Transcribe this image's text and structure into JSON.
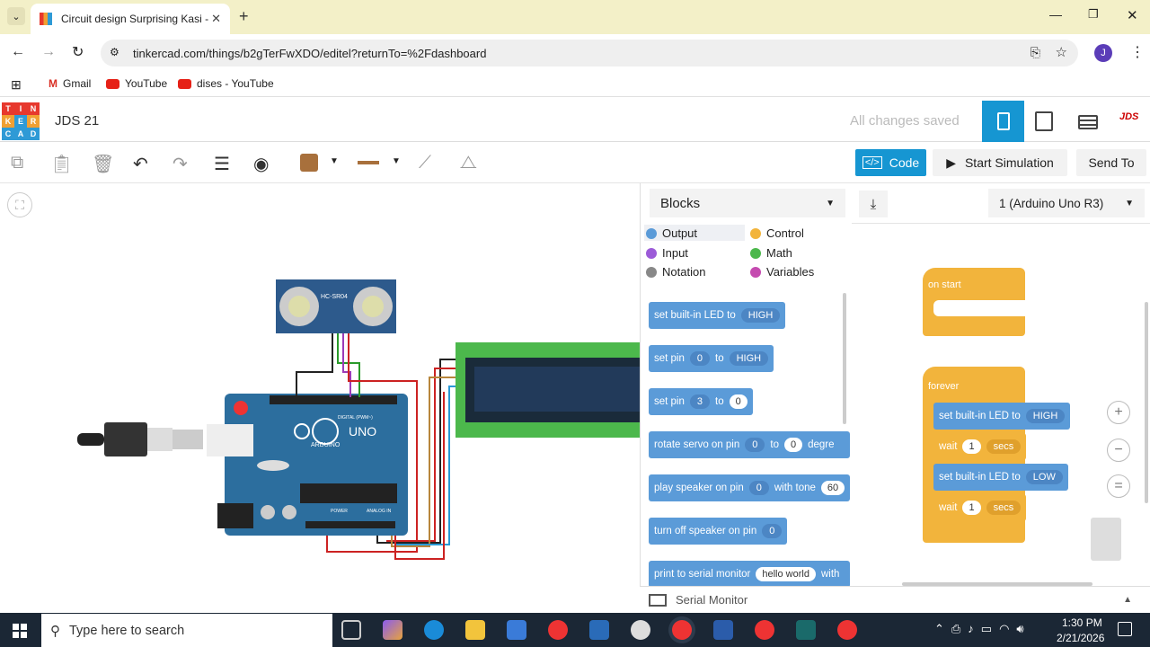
{
  "browser": {
    "tab_title": "Circuit design Surprising Kasi -",
    "url": "tinkercad.com/things/b2gTerFwXDO/editel?returnTo=%2Fdashboard",
    "profile_initial": "J",
    "bookmarks": [
      "Gmail",
      "YouTube",
      "dises - YouTube"
    ]
  },
  "app": {
    "logo_letters": [
      "T",
      "I",
      "N",
      "K",
      "E",
      "R",
      "C",
      "A",
      "D"
    ],
    "logo_colors": [
      "#e7382d",
      "#e7382d",
      "#e7382d",
      "#f1a033",
      "#2e9ad6",
      "#f1a033",
      "#2e9ad6",
      "#2e9ad6",
      "#2e9ad6"
    ],
    "project_title": "JDS 21",
    "save_status": "All changes saved",
    "accent": "#1696d2"
  },
  "actions": {
    "code": "Code",
    "start_simulation": "Start Simulation",
    "send_to": "Send To"
  },
  "panel": {
    "mode": "Blocks",
    "device": "1 (Arduino Uno R3)",
    "categories": [
      {
        "label": "Output",
        "color": "#5b9bd8"
      },
      {
        "label": "Control",
        "color": "#f2b43c"
      },
      {
        "label": "Input",
        "color": "#9c5bd8"
      },
      {
        "label": "Math",
        "color": "#4cb84c"
      },
      {
        "label": "Notation",
        "color": "#888888"
      },
      {
        "label": "Variables",
        "color": "#c54bb0"
      }
    ],
    "blocks": {
      "b1": {
        "text": "set built-in LED to",
        "dd": "HIGH"
      },
      "b2": {
        "text": "set pin",
        "dd1": "0",
        "mid": "to",
        "dd2": "HIGH"
      },
      "b3": {
        "text": "set pin",
        "dd1": "3",
        "mid": "to",
        "val": "0"
      },
      "b4": {
        "text": "rotate servo on pin",
        "dd1": "0",
        "mid": "to",
        "val": "0",
        "tail": "degre"
      },
      "b5": {
        "text": "play speaker on pin",
        "dd1": "0",
        "mid": "with tone",
        "val": "60"
      },
      "b6": {
        "text": "turn off speaker on pin",
        "dd1": "0"
      },
      "b7": {
        "text": "print to serial monitor",
        "val": "hello world",
        "tail": "with"
      }
    },
    "serial_monitor": "Serial Monitor"
  },
  "code": {
    "on_start": "on start",
    "forever": "forever",
    "s1": {
      "text": "set built-in LED to",
      "dd": "HIGH"
    },
    "w1": {
      "text": "wait",
      "val": "1",
      "dd": "secs"
    },
    "s2": {
      "text": "set built-in LED to",
      "dd": "LOW"
    },
    "w2": {
      "text": "wait",
      "val": "1",
      "dd": "secs"
    }
  },
  "circuit": {
    "sensor_label": "HC-SR04",
    "board_label": "UNO",
    "board_brand": "ARDUINO",
    "digital_label": "DIGITAL (PWM~)",
    "power_label": "POWER",
    "analog_label": "ANALOG IN"
  },
  "taskbar": {
    "search_placeholder": "Type here to search",
    "time": "1:30 PM",
    "date": "2/21/2026"
  }
}
